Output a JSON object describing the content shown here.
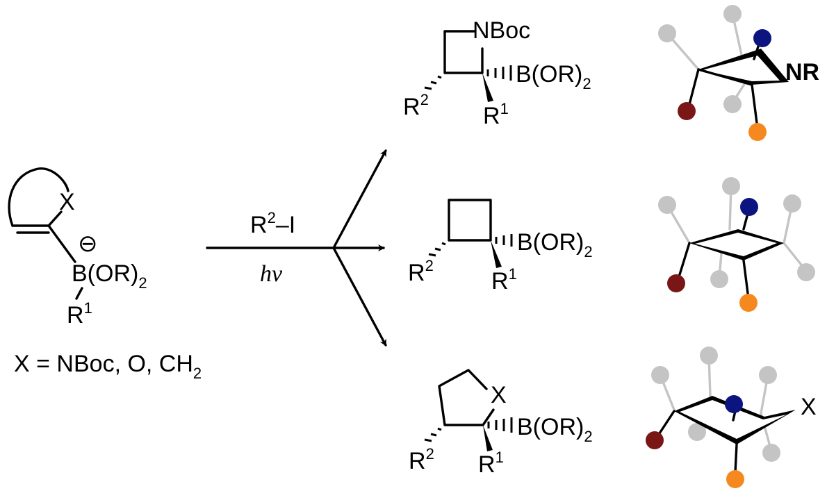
{
  "colors": {
    "substituent_R1": "#f5891f",
    "substituent_R2": "#7a1616",
    "boron": "#0c1480",
    "hydrogen": "#c4c4c4",
    "bond": "#000000"
  },
  "reagent": {
    "ring_x": "X",
    "charge": "⊖",
    "boron": "B(OR)",
    "boron_sub": "2",
    "r1": "R",
    "r1_sup": "1",
    "definition_pre": "X = NBoc, O, CH",
    "definition_sub": "2"
  },
  "conditions": {
    "reagent": "R",
    "reagent_sup": "2",
    "reagent_post": "–I",
    "light": "hν"
  },
  "products": [
    {
      "hetero": "NBoc",
      "boron": "B(OR)",
      "boron_sub": "2",
      "r1": "R",
      "r1_sup": "1",
      "r2": "R",
      "r2_sup": "2",
      "model_label": "NR"
    },
    {
      "boron": "B(OR)",
      "boron_sub": "2",
      "r1": "R",
      "r1_sup": "1",
      "r2": "R",
      "r2_sup": "2"
    },
    {
      "hetero": "X",
      "boron": "B(OR)",
      "boron_sub": "2",
      "r1": "R",
      "r1_sup": "1",
      "r2": "R",
      "r2_sup": "2",
      "model_label": "X"
    }
  ],
  "icons": [
    "charge-minus-icon",
    "arrow-icon"
  ]
}
